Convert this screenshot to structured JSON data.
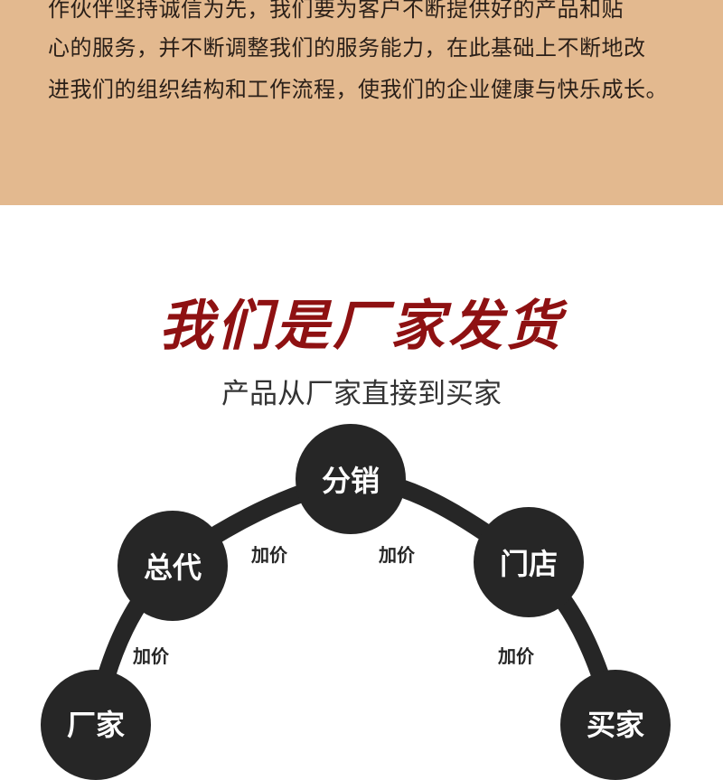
{
  "intro": {
    "lines": [
      "作伙伴坚持诚信为先，我们要为客户不断提供好的产品和贴",
      "心的服务，并不断调整我们的服务能力，在此基础上不断地改",
      "进我们的组织结构和工作流程，使我们的企业健康与快乐成长。"
    ]
  },
  "heading": {
    "title": "我们是厂家发货",
    "subtitle": "产品从厂家直接到买家"
  },
  "diagram": {
    "nodes": [
      "分销",
      "总代",
      "门店",
      "厂家",
      "买家"
    ],
    "markup_label": "加价"
  },
  "colors": {
    "background_top": "#e3b98f",
    "title": "#8e1112",
    "node": "#262626"
  }
}
